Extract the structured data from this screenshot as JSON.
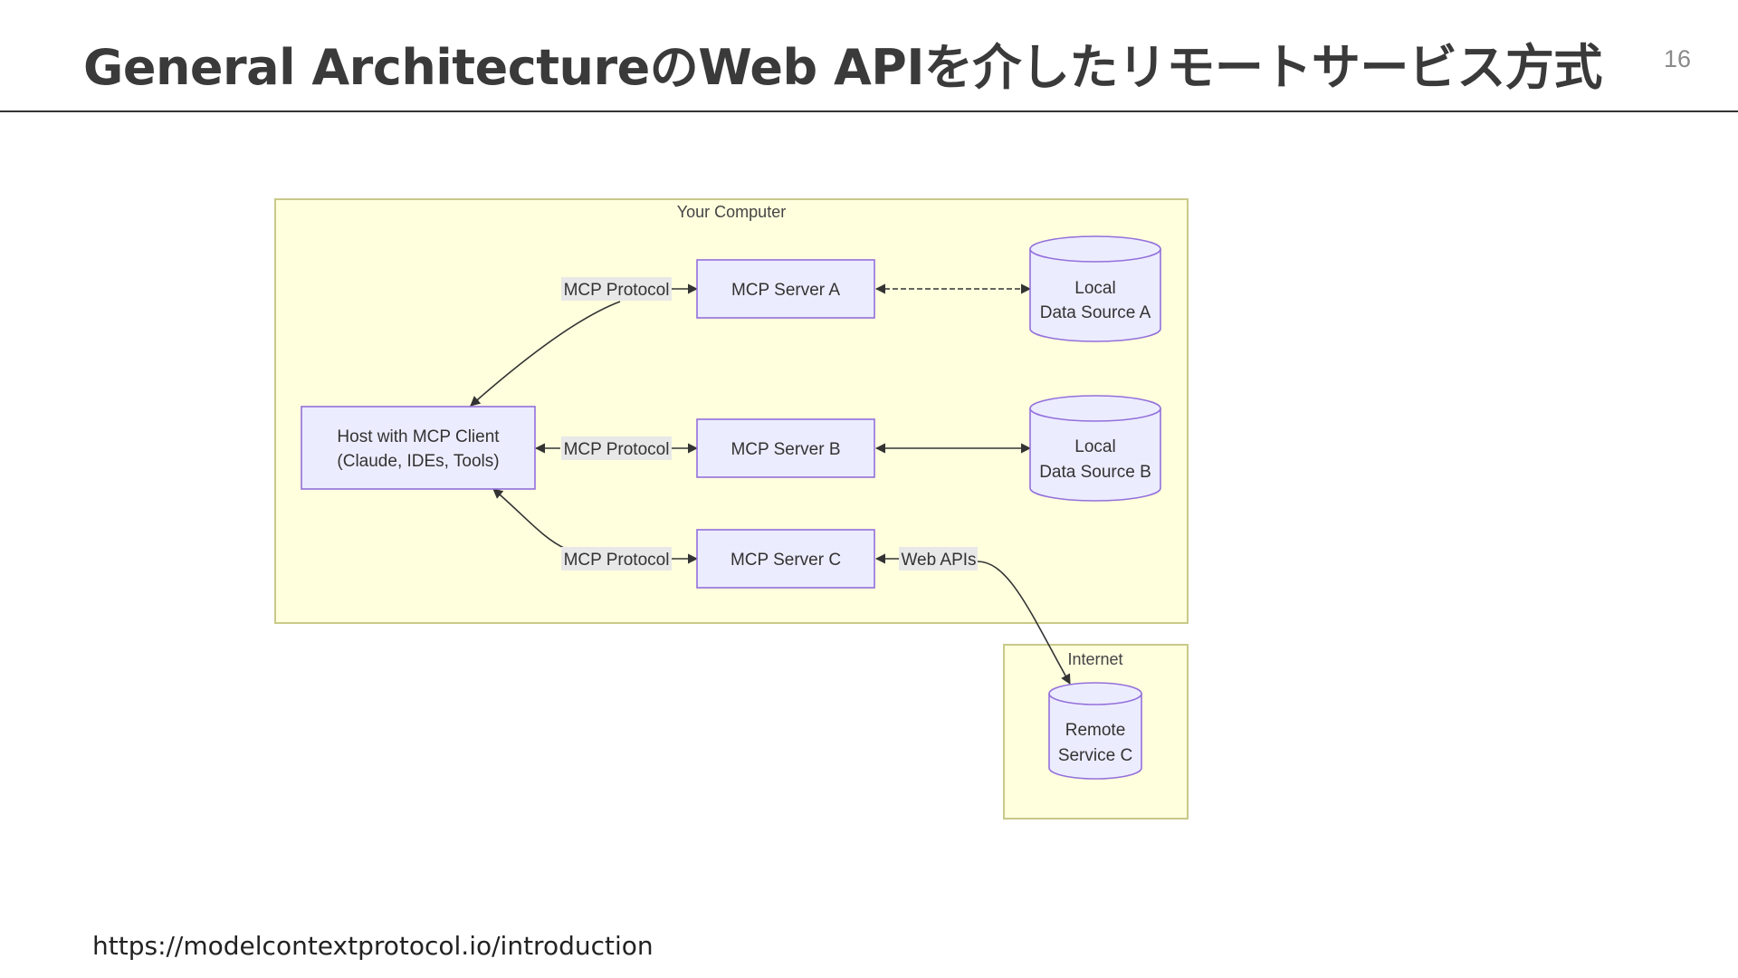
{
  "slide": {
    "title": "General ArchitectureのWeb APIを介したリモートサービス方式",
    "page_number": "16",
    "source_url": "https://modelcontextprotocol.io/introduction"
  },
  "diagram": {
    "regions": {
      "your_computer": "Your Computer",
      "internet": "Internet"
    },
    "host": {
      "line1": "Host with MCP Client",
      "line2": "(Claude, IDEs, Tools)"
    },
    "servers": {
      "a": "MCP Server A",
      "b": "MCP Server B",
      "c": "MCP Server C"
    },
    "data_sources": {
      "a": {
        "line1": "Local",
        "line2": "Data Source A"
      },
      "b": {
        "line1": "Local",
        "line2": "Data Source B"
      },
      "remote": {
        "line1": "Remote",
        "line2": "Service C"
      }
    },
    "edge_labels": {
      "protocol_a": "MCP Protocol",
      "protocol_b": "MCP Protocol",
      "protocol_c": "MCP Protocol",
      "web_apis": "Web APIs"
    },
    "colors": {
      "region_fill": "#ffffde",
      "region_stroke": "#c9c98a",
      "node_fill": "#ececff",
      "node_stroke": "#9370db",
      "label_bg": "#e8e8e8",
      "edge": "#333333"
    }
  }
}
